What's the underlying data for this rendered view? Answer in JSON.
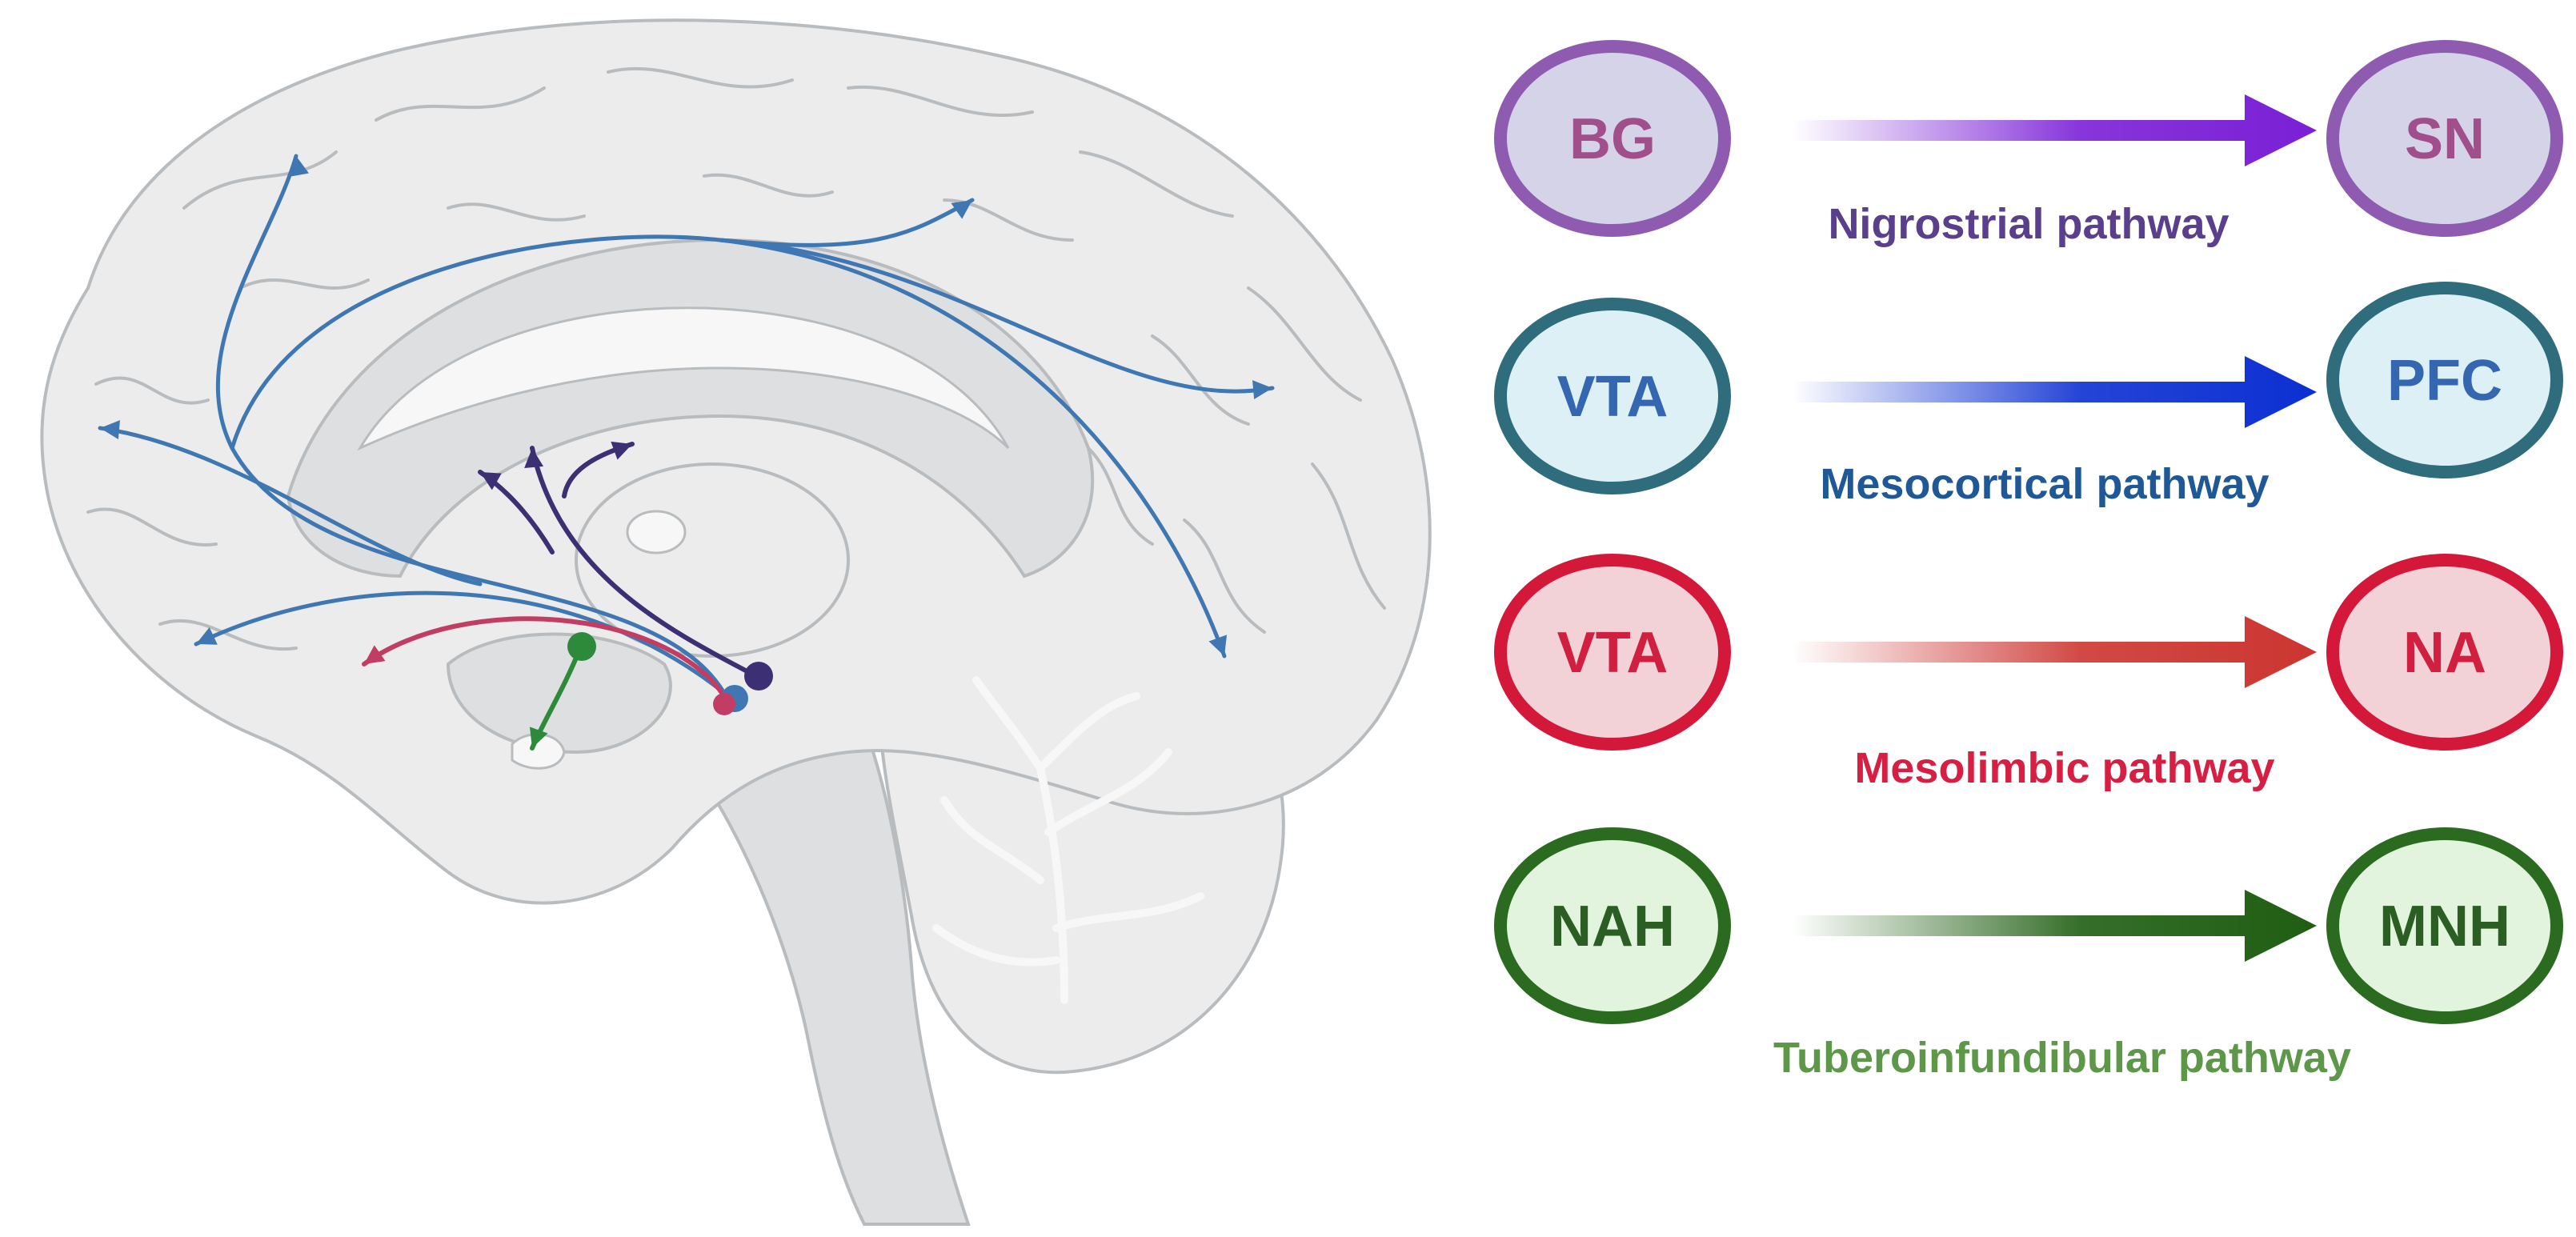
{
  "pathways": [
    {
      "source": "BG",
      "target": "SN",
      "label": "Nigrostrial pathway",
      "colors": {
        "ring": "#8f5bb0",
        "fill": "#d4d3e8",
        "text": "#a04f8a",
        "arrow": "#7a1fd6",
        "label": "#5a3f8c"
      }
    },
    {
      "source": "VTA",
      "target": "PFC",
      "label": "Mesocortical pathway",
      "colors": {
        "ring": "#2f6d7c",
        "fill": "#dcf0f6",
        "text": "#3567b0",
        "arrow": "#0c2fd2",
        "label": "#1f5897"
      }
    },
    {
      "source": "VTA",
      "target": "NA",
      "label": "Mesolimbic pathway",
      "colors": {
        "ring": "#d4183a",
        "fill": "#f2d1d7",
        "text": "#d11f3f",
        "arrow": "#cc3530",
        "label": "#d61f43"
      }
    },
    {
      "source": "NAH",
      "target": "MNH",
      "label": "Tuberoinfundibular pathway",
      "colors": {
        "ring": "#2b6b1f",
        "fill": "#e2f3de",
        "text": "#2b5e22",
        "arrow": "#1f5e12",
        "label": "#5d9748"
      }
    }
  ],
  "brain_colors": {
    "outline": "#b9bcbf",
    "cortex_fill": "#ececec",
    "inner_fill": "#dedfe0",
    "highlight": "#f7f7f7",
    "mesocortical_tract": "#3f77b3",
    "nigrostriatal_tract": "#3d2f73",
    "mesolimbic_tract": "#c23d63",
    "tuberoinfundibular_tract": "#2d8a3a"
  }
}
